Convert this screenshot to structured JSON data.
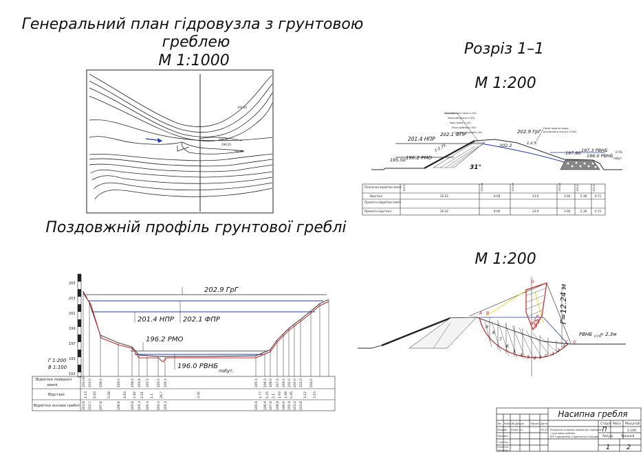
{
  "titles": {
    "plan_title_line1": "Генеральний план гідровузла з грунтовою",
    "plan_title_line2": "греблею",
    "plan_scale": "М 1:1000",
    "section_title": "Розріз 1–1",
    "section_scale": "М 1:200",
    "profile_title": "Поздовжній профіль грунтової греблі",
    "stability_scale": "М 1:200"
  },
  "plan": {
    "contour_labels": [
      "196.00",
      "196.20",
      "195.00",
      "197.00"
    ]
  },
  "section": {
    "labels": {
      "npr": "201.4 НПР",
      "fpr": "202.1 ФПР",
      "grg": "202.9 ГрГ",
      "rmo": "196.2 РМО",
      "left_base": "195.50",
      "crest_inner": "202.2",
      "slope_left": "1:2.75",
      "slope_right": "1:2.5",
      "angle": "31°",
      "right_base": "197.80",
      "rvnb_top": "197.3 РВНБ",
      "rvnb_top_sub": "0.5%",
      "rvnb_bottom": "196.0 РВНБ",
      "rvnb_bottom_sub": "побут."
    },
    "callouts": [
      "Залізобетонні плити t=100",
      "Захисний фільтр t=300",
      "Шар гравію t=150",
      "Пісок щебеню t=300",
      "Гравійно-піщаний t=200"
    ],
    "right_note": [
      "Посів трав по шару",
      "рослинного грунту 0.20м"
    ],
    "table_rows": [
      "Позначки відмітки землі",
      "Відстані",
      "Проектні відмітки землі",
      "Проектні відстані"
    ],
    "table_distances": [
      "20.32",
      "8.00",
      "13.0",
      "3.00",
      "5.36",
      "0.71"
    ],
    "table_marks_top": [
      "195.5",
      "195.44",
      "195.44",
      "195.44",
      "195.4",
      "195.4"
    ]
  },
  "profile": {
    "labels": {
      "grg": "202.9 ГрГ",
      "npr": "201.4 НПР",
      "fpr": "202.1 ФПР",
      "rmo": "196.2 РМО",
      "rvnb": "196.0 РВНБ",
      "rvnb_sub": "побут."
    },
    "axis_ticks": [
      "205",
      "203",
      "201",
      "199",
      "197",
      "195",
      "193"
    ],
    "scale_h": "Г 1:200",
    "scale_v": "В 1:100",
    "table_labels": [
      "Відмітки поверхні",
      "землі",
      "Відстані",
      "Відмітки основи греблі"
    ],
    "surface_marks": [
      "204.00",
      "202.0",
      "196.0",
      "199.0",
      "196.0",
      "195.8",
      "195.5",
      "195.5",
      "195.5",
      "195.5",
      "196.5",
      "196.0",
      "197.0",
      "199.0",
      "200.0",
      "200.0",
      "202.0",
      "204.0"
    ],
    "distances": [
      "1.13",
      "5.63",
      "5.08",
      "4.83",
      "2.82",
      "2.51",
      "1.1",
      "26.7",
      "3.42",
      "1.77",
      "2.25",
      "2.1",
      "1.93",
      "1.98",
      "2.45",
      "3.12",
      "3.15"
    ],
    "base_marks": [
      "203.8",
      "202.7",
      "197.8",
      "196.8",
      "195.6",
      "195.3",
      "195.3",
      "195.3",
      "195.3",
      "195.6",
      "196.8",
      "197.8",
      "198.8",
      "199.6",
      "200.8",
      "201.4",
      "202.8"
    ]
  },
  "stability": {
    "labels": {
      "height": "Г=12.24 м",
      "angle": "35°",
      "rvnb": "РВНБ",
      "rvnb_sub": "0.5%",
      "rvnb_val": "= 2.3м",
      "point_o": "О",
      "point_a": "А",
      "point_b": "В",
      "point_c": "С",
      "point_d": "D"
    },
    "slice_numbers": [
      "9",
      "8",
      "7",
      "6",
      "5",
      "4",
      "3",
      "2",
      "1",
      "0",
      "-1",
      "-2",
      "-3"
    ]
  },
  "title_block": {
    "name": "Насипна гребля",
    "columns": [
      "Стадія",
      "Маса",
      "Масштаб"
    ],
    "stage": "П",
    "scale": "1:100",
    "sheet_labels": [
      "Аркуш",
      "Аркушів"
    ],
    "sheet": "1",
    "sheets": "2",
    "author_row": [
      "Розроб.",
      "Юдін І.О.",
      "05.23"
    ],
    "role_rows": [
      "Перевір.",
      "Т.контр.",
      "Н.контр.",
      "Затверд."
    ],
    "header_cells": [
      "Зм.",
      "Кільк.",
      "№ Докум.",
      "Підпис",
      "Дата"
    ],
    "desc": [
      "Розрахунок основних параметрів гідровузла",
      "з грунтовою греблею",
      "РГР з дисципліни «Гідротехнічні споруди»"
    ]
  }
}
